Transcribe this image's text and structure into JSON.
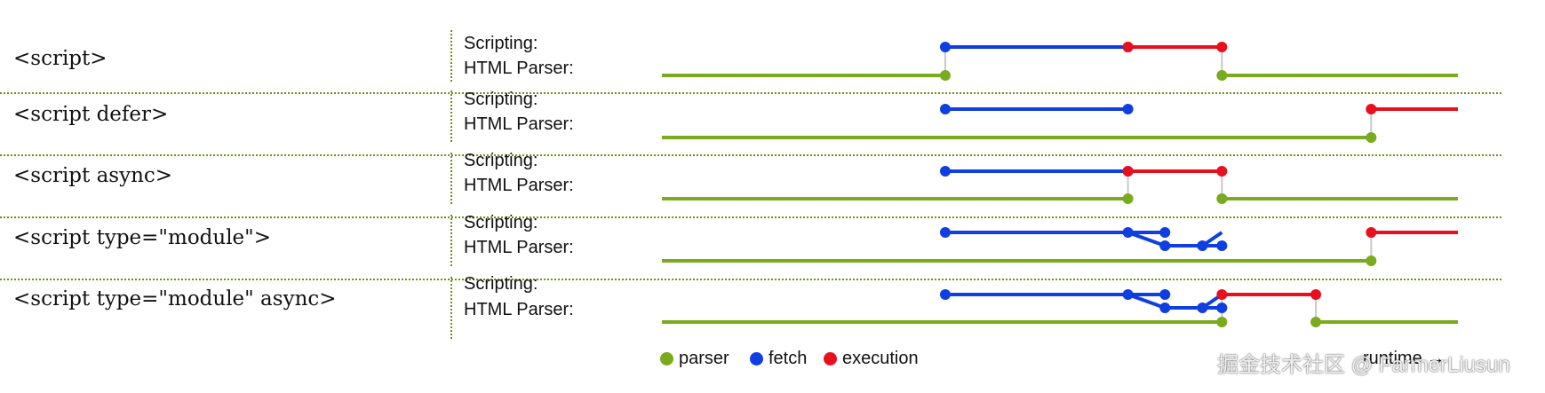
{
  "colors": {
    "parser": "#7aab1e",
    "fetch": "#0f3fe0",
    "execution": "#e8101f",
    "connector": "#c8c8c8",
    "divider": "#6f8f1a"
  },
  "track_labels": {
    "scripting": "Scripting:",
    "parser": "HTML Parser:"
  },
  "rows": [
    {
      "label": "<script>",
      "scripting": {
        "fetch": [
          [
            0.356,
            0.5855
          ]
        ],
        "execution": [
          [
            0.5855,
            0.7035
          ]
        ],
        "fetch_dots": [
          0.356,
          0.5855
        ],
        "execution_dots": [
          0.5855,
          0.7035
        ]
      },
      "parser": {
        "segments": [
          [
            0,
            0.356
          ],
          [
            0.7035,
            1
          ]
        ],
        "dots": [
          0.356,
          0.7035
        ]
      },
      "connectors": [
        0.356,
        0.7035
      ]
    },
    {
      "label": "<script defer>",
      "scripting": {
        "fetch": [
          [
            0.356,
            0.5855
          ]
        ],
        "execution": [
          [
            0.891,
            1
          ]
        ],
        "fetch_dots": [
          0.356,
          0.5855
        ],
        "execution_dots": [
          0.891
        ]
      },
      "parser": {
        "segments": [
          [
            0,
            0.891
          ]
        ],
        "dots": [
          0.891
        ]
      },
      "connectors": [
        0.891
      ]
    },
    {
      "label": "<script async>",
      "scripting": {
        "fetch": [
          [
            0.356,
            0.5855
          ]
        ],
        "execution": [
          [
            0.5855,
            0.7035
          ]
        ],
        "fetch_dots": [
          0.356,
          0.5855
        ],
        "execution_dots": [
          0.5855,
          0.7035
        ]
      },
      "parser": {
        "segments": [
          [
            0,
            0.5855
          ],
          [
            0.7035,
            1
          ]
        ],
        "dots": [
          0.5855,
          0.7035
        ]
      },
      "connectors": [
        0.5855,
        0.7035
      ]
    },
    {
      "label": "<script type=\"module\">",
      "scripting": {
        "fetch": [
          [
            0.356,
            0.5855
          ]
        ],
        "execution": [
          [
            0.891,
            1
          ]
        ],
        "fetch_dots": [
          0.356,
          0.5855
        ],
        "execution_dots": [
          0.891
        ],
        "module_graph": true
      },
      "parser": {
        "segments": [
          [
            0,
            0.891
          ]
        ],
        "dots": [
          0.891
        ]
      },
      "connectors": [
        0.891
      ]
    },
    {
      "label": "<script type=\"module\" async>",
      "scripting": {
        "fetch": [
          [
            0.356,
            0.5855
          ]
        ],
        "execution": [
          [
            0.7035,
            0.8215
          ]
        ],
        "fetch_dots": [
          0.356,
          0.5855
        ],
        "execution_dots": [
          0.7035,
          0.8215
        ],
        "module_graph": true
      },
      "parser": {
        "segments": [
          [
            0,
            0.7035
          ],
          [
            0.8215,
            1
          ]
        ],
        "dots": [
          0.7035,
          0.8215
        ]
      },
      "connectors": [
        0.7035,
        0.8215
      ]
    }
  ],
  "legend": [
    {
      "key": "parser",
      "label": "parser",
      "color": "#7aab1e"
    },
    {
      "key": "fetch",
      "label": "fetch",
      "color": "#0f3fe0"
    },
    {
      "key": "execution",
      "label": "execution",
      "color": "#e8101f"
    }
  ],
  "axis_note": "runtime →",
  "watermark": "掘金技术社区 @ FarmerLiusun"
}
